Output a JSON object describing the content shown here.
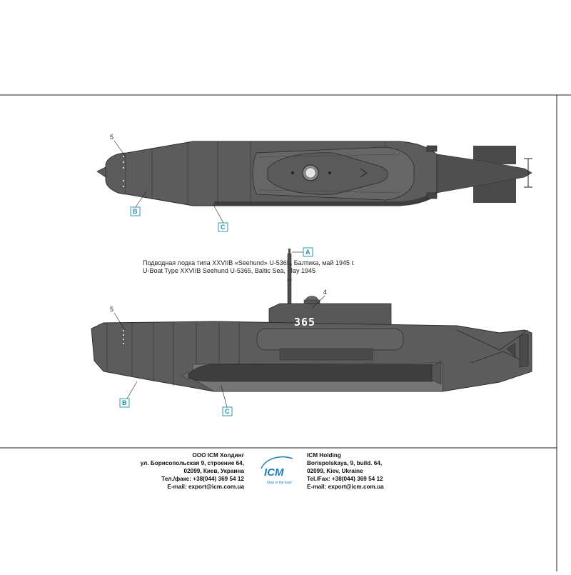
{
  "caption": {
    "ru": "Подводная лодка типа XXVIIB «Seehund» U-5365, Балтика, май 1945 г.",
    "en": "U-Boat Type XXVIIB Seehund U-5365, Baltic Sea, May 1945"
  },
  "top_view": {
    "callout_number": "5",
    "label_b": "B",
    "label_c": "C"
  },
  "side_view": {
    "callout_5": "5",
    "callout_4": "4",
    "label_a": "A",
    "label_b": "B",
    "label_c": "C",
    "hull_number": "365"
  },
  "footer": {
    "left": {
      "line1": "ООО ICM Холдинг",
      "line2": "ул. Борисопольская 9, строение 64,",
      "line3": "02099, Киев, Украина",
      "line4": "Тел./факс: +38(044) 369 54 12",
      "line5": "E-mail: export@icm.com.ua"
    },
    "right": {
      "line1": "ICM Holding",
      "line2": "Borispolskaya, 9, build. 64,",
      "line3": "02099, Kiev, Ukraine",
      "line4": "Tel./Fax: +38(044) 369 54 12",
      "line5": "E-mail: export@icm.com.ua"
    },
    "logo": {
      "brand": "ICM",
      "tagline": "Now in the lead"
    }
  },
  "colors": {
    "hull": "#5c5c5c",
    "hull_dark": "#3e3e3e",
    "hull_light": "#6f6f6f",
    "keel_light": "#7a7a7a",
    "label_cyan": "#1a8fb0",
    "logo_blue": "#1a7fc0"
  }
}
